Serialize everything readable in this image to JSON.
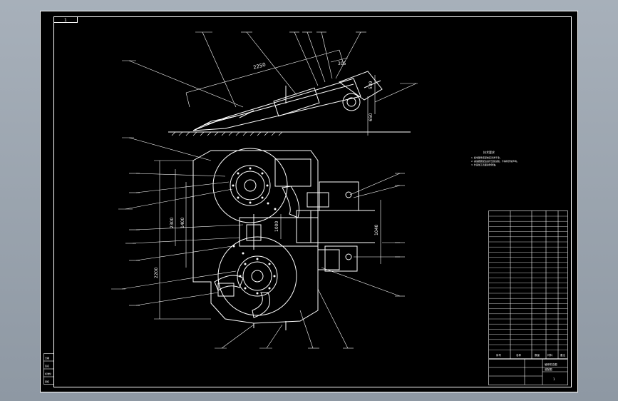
{
  "colors": {
    "frame": "#ffffff",
    "geometry": "#ffffff",
    "leaders": "#ffffff",
    "background": "#000000",
    "screen": "#9aa3ad"
  },
  "title_tab": {
    "text": "1"
  },
  "side_view": {
    "dim_length": "2250",
    "dim_top": "315",
    "dim_right": "539",
    "dim_height": "650"
  },
  "plan_view": {
    "dim_left_1": "2300",
    "dim_left_2": "1400",
    "dim_left_3": "2200",
    "dim_center": "1000",
    "dim_right": "1040"
  },
  "notes": {
    "heading": "技术要求",
    "lines": [
      "1. 各零部件装配前应清洗干净。",
      "2. 减速器装配后进行空载试验，不得有异常声响。",
      "3. 外露加工表面涂防锈油。"
    ]
  },
  "title_block": {
    "header": [
      "序号",
      "名称",
      "数量",
      "材料",
      "备注"
    ],
    "drawing_name": "破碎机总图",
    "drawing_no": "装配图",
    "scale": "1"
  },
  "left_stamp": [
    "日期",
    "签名",
    "标准化",
    "审核"
  ]
}
